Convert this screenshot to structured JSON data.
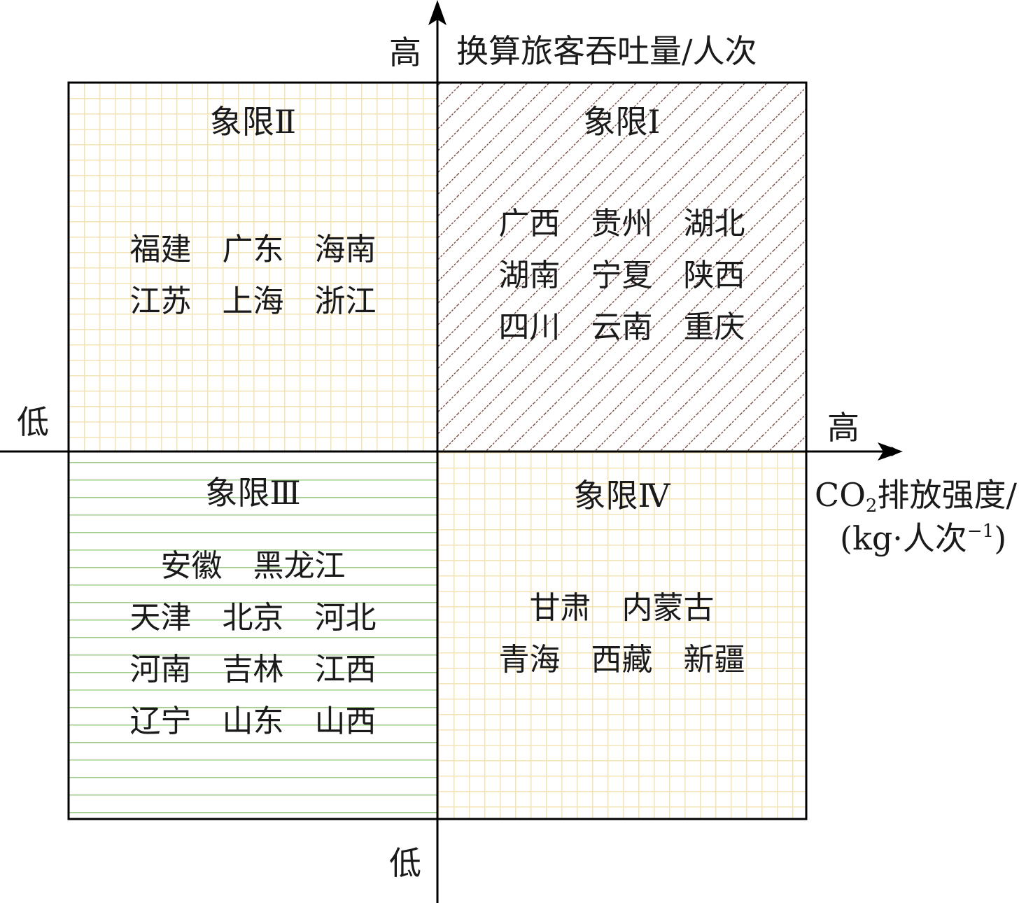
{
  "y_axis": {
    "label": "换算旅客吞吐量/人次",
    "high": "高",
    "low": "低"
  },
  "x_axis": {
    "label_prefix": "CO",
    "label_sub": "2",
    "label_main": "排放强度/",
    "unit_open": "(kg·人次",
    "unit_sup": "−1",
    "unit_close": ")",
    "high": "高",
    "low": "低"
  },
  "colors": {
    "grid": "#f3e3b5",
    "hatch": "#6b3a2e",
    "stripe": "#9ccb88",
    "axis": "#000000"
  },
  "quadrants": {
    "q1": {
      "title": "象限Ⅰ",
      "rows": [
        "广西　贵州　湖北",
        "湖南　宁夏　陕西",
        "四川　云南　重庆"
      ]
    },
    "q2": {
      "title": "象限Ⅱ",
      "rows": [
        "福建　广东　海南",
        "江苏　上海　浙江"
      ]
    },
    "q3": {
      "title": "象限Ⅲ",
      "rows": [
        "安徽　黑龙江",
        "天津　北京　河北",
        "河南　吉林　江西",
        "辽宁　山东　山西"
      ]
    },
    "q4": {
      "title": "象限Ⅳ",
      "rows": [
        "甘肃　内蒙古",
        "青海　西藏　新疆"
      ]
    }
  }
}
